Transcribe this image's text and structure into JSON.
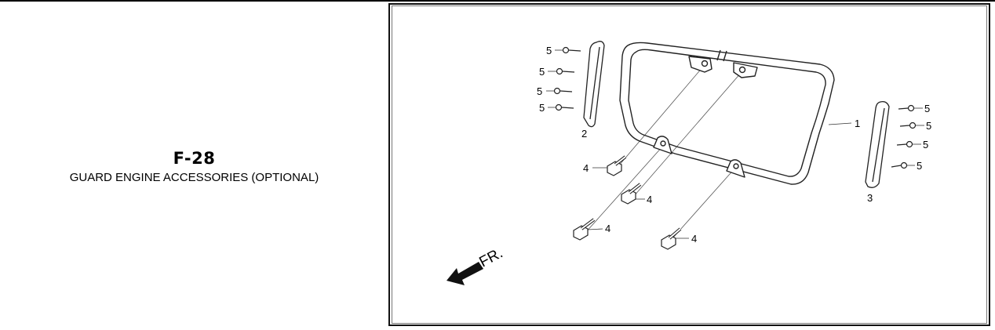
{
  "figure": {
    "code": "F-28",
    "title": "GUARD ENGINE ACCESSORIES (OPTIONAL)"
  },
  "diagram": {
    "direction_label": "FR.",
    "callouts": {
      "c1": "1",
      "c2": "2",
      "c3": "3",
      "c4a": "4",
      "c4b": "4",
      "c4c": "4",
      "c4d": "4",
      "c5a": "5",
      "c5b": "5",
      "c5c": "5",
      "c5d": "5",
      "c5e": "5",
      "c5f": "5",
      "c5g": "5",
      "c5h": "5"
    }
  }
}
